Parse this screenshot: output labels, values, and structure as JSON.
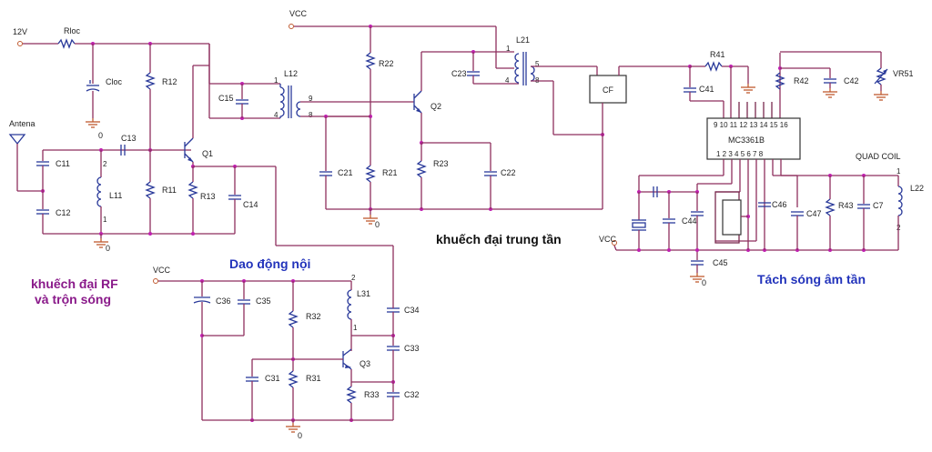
{
  "diagram": {
    "type": "FM receiver schematic",
    "sections": {
      "rf": {
        "line1": "khuếch đại RF",
        "line2": "và trộn sóng"
      },
      "osc": "Dao động nội",
      "if": "khuếch đại trung tần",
      "det": "Tách sóng âm tần"
    },
    "power": {
      "v12": "12V",
      "vcc_osc": "VCC",
      "vcc_if": "VCC",
      "vcc_det": "VCC"
    },
    "ground_label": "0",
    "antenna": "Antena",
    "components": {
      "Rloc": "Rloc",
      "Cloc": "Cloc",
      "R12": "R12",
      "R11": "R11",
      "R13": "R13",
      "C11": "C11",
      "C12": "C12",
      "C13": "C13",
      "C14": "C14",
      "C15": "C15",
      "L11": "L11",
      "L12": "L12",
      "Q1": "Q1",
      "R22": "R22",
      "R21": "R21",
      "R23": "R23",
      "C21": "C21",
      "C22": "C22",
      "C23": "C23",
      "Q2": "Q2",
      "L21": "L21",
      "CF": "CF",
      "R41": "R41",
      "C41": "C41",
      "R42": "R42",
      "C42": "C42",
      "VR51": "VR51",
      "IC": "MC3361B",
      "C44": "C44",
      "C45": "C45",
      "C46": "C46",
      "C47": "C47",
      "R43": "R43",
      "C7": "C7",
      "L22": "L22",
      "quad": "QUAD COIL",
      "C36": "C36",
      "C35": "C35",
      "R32": "R32",
      "R31": "R31",
      "C31": "C31",
      "L31": "L31",
      "Q3": "Q3",
      "R33": "R33",
      "C34": "C34",
      "C33": "C33",
      "C32": "C32"
    },
    "pins": {
      "one": "1",
      "two": "2",
      "four": "4",
      "five": "5",
      "eight": "8",
      "nine": "9",
      "ic_top": "9 10 11 12 13 14 15 16",
      "ic_bottom": "1 2 3 4 5 6 7 8"
    }
  }
}
